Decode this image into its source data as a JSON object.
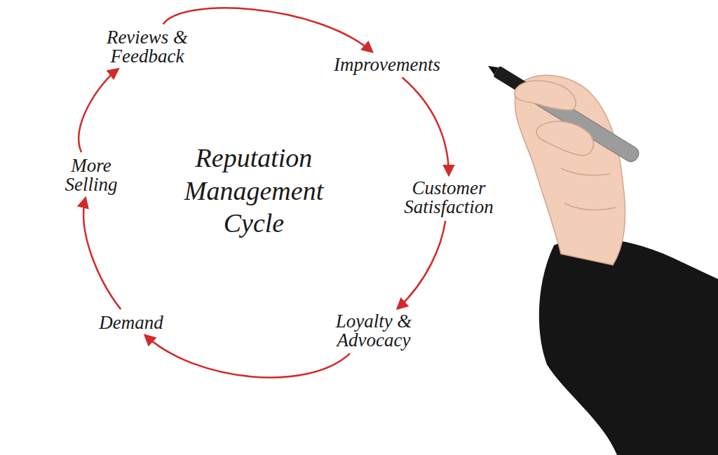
{
  "diagram": {
    "title": "Reputation Management Cycle",
    "nodes": [
      {
        "text": [
          "Reviews & Feedback"
        ]
      },
      {
        "text": [
          "Improvements"
        ]
      },
      {
        "text": [
          "Customer Satisfaction"
        ]
      },
      {
        "text": [
          "Loyalty & Advocacy"
        ]
      },
      {
        "text": [
          "Demand"
        ]
      },
      {
        "text": [
          "More Selling"
        ]
      }
    ],
    "edges": [
      {
        "from": 0,
        "to": 1,
        "arrow": "to"
      },
      {
        "from": 1,
        "to": 2,
        "arrow": "to"
      },
      {
        "from": 2,
        "to": 3,
        "arrow": "to"
      },
      {
        "from": 3,
        "to": 4,
        "arrow": "to"
      },
      {
        "from": 4,
        "to": 5,
        "arrow": "to"
      },
      {
        "from": 5,
        "to": 0,
        "arrow": "to"
      }
    ]
  }
}
